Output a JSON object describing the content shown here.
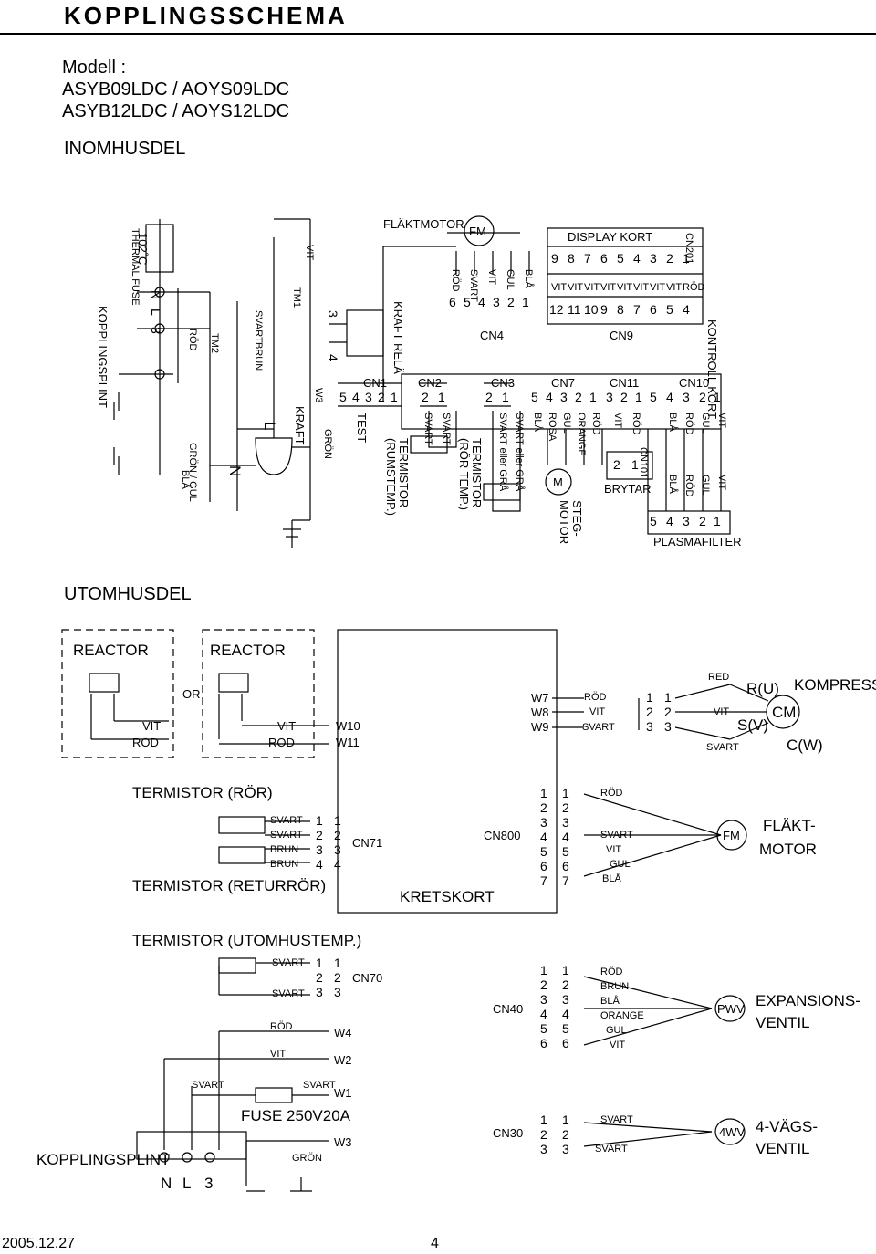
{
  "title": "KOPPLINGSSCHEMA",
  "model": {
    "label": "Modell :",
    "line1": "ASYB09LDC / AOYS09LDC",
    "line2": "ASYB12LDC / AOYS12LDC"
  },
  "sections": {
    "indoor": "INOMHUSDEL",
    "outdoor": "UTOMHUSDEL"
  },
  "indoor": {
    "kopplingsplint": "KOPPLINGSPLINT",
    "thermal_fuse": "THERMAL FUSE",
    "thermal_temp": "102˚C",
    "terminals": [
      "N",
      "L",
      "3"
    ],
    "wires": {
      "rod": "RÖD",
      "gron_gul": "GRÖN / GUL",
      "bla": "BLÅ",
      "svart": "SVART",
      "brun": "BRUN",
      "vit": "VIT",
      "gron": "GRÖN"
    },
    "tm1": "TM1",
    "tm2": "TM2",
    "plug_L": "L",
    "plug_N": "N",
    "kraft": "KRAFT",
    "w3": "W3",
    "relay": "KRAFT RELÄ",
    "relay_pins": [
      "3",
      "4"
    ],
    "fan_motor": "FLÄKTMOTOR",
    "fm": "FM",
    "cn4": {
      "name": "CN4",
      "wires": [
        "RÖD",
        "SVART",
        "VIT",
        "GUL",
        "BLÅ"
      ],
      "pins": [
        "6",
        "5",
        "4",
        "3",
        "2",
        "1"
      ]
    },
    "display": {
      "name": "DISPLAY KORT",
      "cn201": "CN201",
      "cn9": "CN9",
      "pins_a": [
        "9",
        "8",
        "7",
        "6",
        "5",
        "4",
        "3",
        "2",
        "1"
      ],
      "pins_b": [
        "12",
        "11",
        "10",
        "9",
        "8",
        "7",
        "6",
        "5",
        "4"
      ],
      "wires": [
        "VIT",
        "VIT",
        "VIT",
        "VIT",
        "VIT",
        "VIT",
        "VIT",
        "VIT",
        "RÖD"
      ]
    },
    "control_board": "KONTROLL KORT",
    "cn1": {
      "name": "CN1",
      "pins": [
        "5",
        "4",
        "3",
        "2",
        "1"
      ],
      "label": "TEST"
    },
    "cn2": {
      "name": "CN2",
      "pins": [
        "2",
        "1"
      ],
      "wires": [
        "SVART",
        "SVART"
      ]
    },
    "thermistor_room": [
      "TERMISTOR",
      "(RUMSTEMP.)"
    ],
    "cn3": {
      "name": "CN3",
      "pins": [
        "2",
        "1"
      ],
      "wires": [
        "SVART eller GRÅ",
        "SVART eller GRÅ"
      ]
    },
    "thermistor_pipe": [
      "TERMISTOR",
      "(RÖR TEMP.)"
    ],
    "cn7": {
      "name": "CN7",
      "pins": [
        "5",
        "4",
        "3",
        "2",
        "1"
      ],
      "wires": [
        "BLÅ",
        "ROSA",
        "GUL",
        "ORANGE",
        "RÖD"
      ]
    },
    "step_motor": [
      "STEG-",
      "MOTOR"
    ],
    "m": "M",
    "cn11": {
      "name": "CN11",
      "pins": [
        "3",
        "2",
        "1"
      ],
      "wires": [
        "VIT",
        "RÖD"
      ]
    },
    "cn101": "CN101",
    "brytar": "BRYTAR",
    "brytar_pins": [
      "2",
      "1"
    ],
    "cn10": {
      "name": "CN10",
      "pins": [
        "5",
        "4",
        "3",
        "2",
        "1"
      ],
      "wires": [
        "BLÅ",
        "RÖD",
        "GUL",
        "VIT"
      ]
    },
    "plasma": {
      "name": "PLASMAFILTER",
      "pins": [
        "5",
        "4",
        "3",
        "2",
        "1"
      ],
      "wires": [
        "BLÅ",
        "RÖD",
        "GUL",
        "VIT"
      ]
    }
  },
  "outdoor": {
    "reactor": "REACTOR",
    "or": "OR",
    "vit": "VIT",
    "rod": "RÖD",
    "w10": "W10",
    "w11": "W11",
    "w_comp": [
      "W7",
      "W8",
      "W9"
    ],
    "comp_wires": [
      "RÖD",
      "VIT",
      "SVART"
    ],
    "pins3": [
      "1",
      "2",
      "3"
    ],
    "comp_wires2": [
      "RED",
      "VIT",
      "SVART"
    ],
    "compressor": "KOMPRESSOR",
    "cm": "CM",
    "ru": "R(U)",
    "sv": "S(V)",
    "cw": "C(W)",
    "therm_ror": "TERMISTOR (RÖR)",
    "therm_ret": "TERMISTOR (RETURRÖR)",
    "cn71": {
      "name": "CN71",
      "wires": [
        "SVART",
        "SVART",
        "BRUN",
        "BRUN"
      ],
      "pins": [
        "1",
        "2",
        "3",
        "4"
      ]
    },
    "kretskort": "KRETSKORT",
    "cn800": {
      "name": "CN800",
      "pins": [
        "1",
        "2",
        "3",
        "4",
        "5",
        "6",
        "7"
      ],
      "wires": [
        "RÖD",
        "SVART",
        "VIT",
        "GUL",
        "BLÅ"
      ]
    },
    "fm": "FM",
    "fan_motor": [
      "FLÄKT-",
      "MOTOR"
    ],
    "therm_out": "TERMISTOR (UTOMHUSTEMP.)",
    "cn70": {
      "name": "CN70",
      "wires": [
        "SVART",
        "SVART"
      ],
      "pins": [
        "1",
        "2",
        "3"
      ]
    },
    "cn40": {
      "name": "CN40",
      "pins": [
        "1",
        "2",
        "3",
        "4",
        "5",
        "6"
      ],
      "wires": [
        "RÖD",
        "BRUN",
        "BLÅ",
        "ORANGE",
        "GUL",
        "VIT"
      ]
    },
    "pwv": "PWV",
    "exp_valve": [
      "EXPANSIONS-",
      "VENTIL"
    ],
    "w_power": [
      "W4",
      "W2",
      "W1",
      "W3"
    ],
    "pw_rod": "RÖD",
    "pw_vit": "VIT",
    "pw_svart1": "SVART",
    "pw_svart2": "SVART",
    "fuse": "FUSE 250V20A",
    "gron": "GRÖN",
    "kopplingsplint": "KOPPLINGSPLINT",
    "terminals": [
      "N",
      "L",
      "3"
    ],
    "cn30": {
      "name": "CN30",
      "pins": [
        "1",
        "2",
        "3"
      ],
      "wires": [
        "SVART",
        "SVART"
      ]
    },
    "fwv": "4WV",
    "fwv_valve": [
      "4-VÄGS-",
      "VENTIL"
    ]
  },
  "footer": {
    "date": "2005.12.27",
    "page": "4"
  }
}
